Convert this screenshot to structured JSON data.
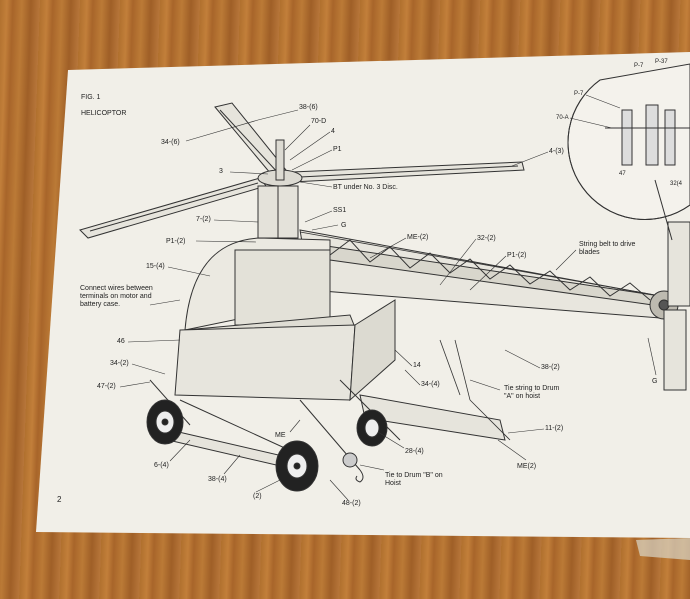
{
  "page": {
    "fig_label": "FIG. 1",
    "title": "HELICOPTOR",
    "page_number": "2"
  },
  "labels": {
    "rotor_arm_top": "38-(6)",
    "rotor_arm_left": "34-(6)",
    "hub_70d": "70-D",
    "hub_4": "4",
    "hub_p1": "P1",
    "hub_3": "3",
    "bt_note": "BT under No. 3 Disc.",
    "blade_right": "4-(3)",
    "ss1": "SS1",
    "g_top": "G",
    "strut_7": "7-(2)",
    "p1_left": "P1-(2)",
    "me_top": "ME-(2)",
    "boom_32": "32-(2)",
    "p1_right": "P1-(2)",
    "string_belt": "String belt to drive blades",
    "cabin_15": "15-(4)",
    "connect_wires": "Connect wires between terminals on motor and battery case.",
    "num_46": "46",
    "num_14": "14",
    "num_34_4": "34-(4)",
    "num_34_2": "34-(2)",
    "num_47_2": "47-(2)",
    "num_38_2": "38-(2)",
    "tie_string_a": "Tie string to Drum \"A\" on hoist",
    "g_right": "G",
    "num_11_2": "11-(2)",
    "me_mid": "ME",
    "num_28_4": "28-(4)",
    "me_2": "ME(2)",
    "num_6_4": "6-(4)",
    "num_38_4": "38-(4)",
    "tie_drum_b": "Tie to Drum \"B\" on Hoist",
    "num_2": "(2)",
    "num_48_2": "48-(2)",
    "inset_p7_top": "P-7",
    "inset_p37": "P-37",
    "inset_p7": "P-7",
    "inset_70a": "70-A",
    "inset_47": "47",
    "inset_32_4": "32(4"
  }
}
